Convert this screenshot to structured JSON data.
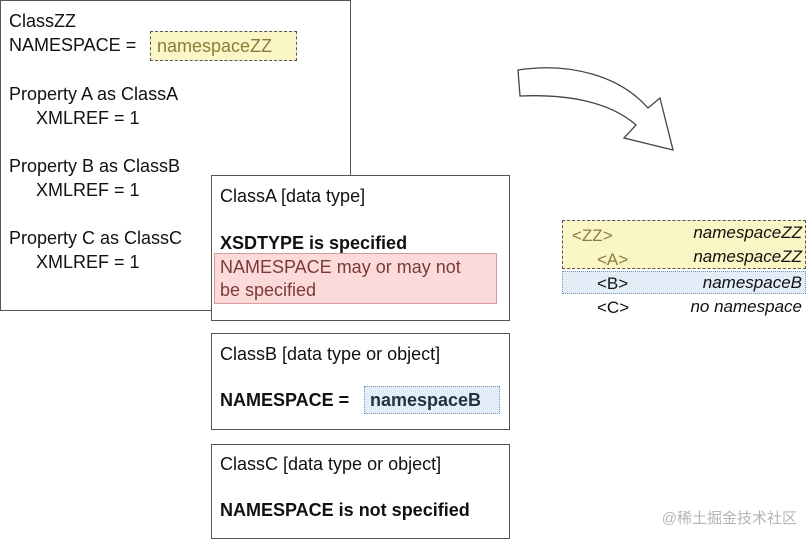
{
  "classzz": {
    "title": "ClassZZ",
    "namespace_prefix": "NAMESPACE =",
    "namespace_value": "namespaceZZ",
    "prop_a": "Property A as ClassA",
    "prop_a_ref": "XMLREF = 1",
    "prop_b": "Property B as ClassB",
    "prop_b_ref": "XMLREF = 1",
    "prop_c": "Property C as ClassC",
    "prop_c_ref": "XMLREF = 1"
  },
  "classa": {
    "title": "ClassA [data type]",
    "xsdtype": "XSDTYPE is specified",
    "ns_line1": "NAMESPACE may or may not",
    "ns_line2": "be specified"
  },
  "classb": {
    "title": "ClassB [data type or object]",
    "namespace_prefix": "NAMESPACE =",
    "namespace_value": "namespaceB"
  },
  "classc": {
    "title": "ClassC [data type or object]",
    "namespace_text": "NAMESPACE is not specified"
  },
  "output": {
    "rows": [
      {
        "tag": "<ZZ>",
        "ns": "namespaceZZ"
      },
      {
        "tag": "<A>",
        "ns": "namespaceZZ"
      },
      {
        "tag": "<B>",
        "ns": "namespaceB"
      },
      {
        "tag": "<C>",
        "ns": "no namespace"
      }
    ]
  },
  "watermark": "@稀土掘金技术社区",
  "colors": {
    "yellow_fill": "#fbf6c6",
    "pink_fill": "#fcdada",
    "blue_fill": "#e3edf8"
  }
}
